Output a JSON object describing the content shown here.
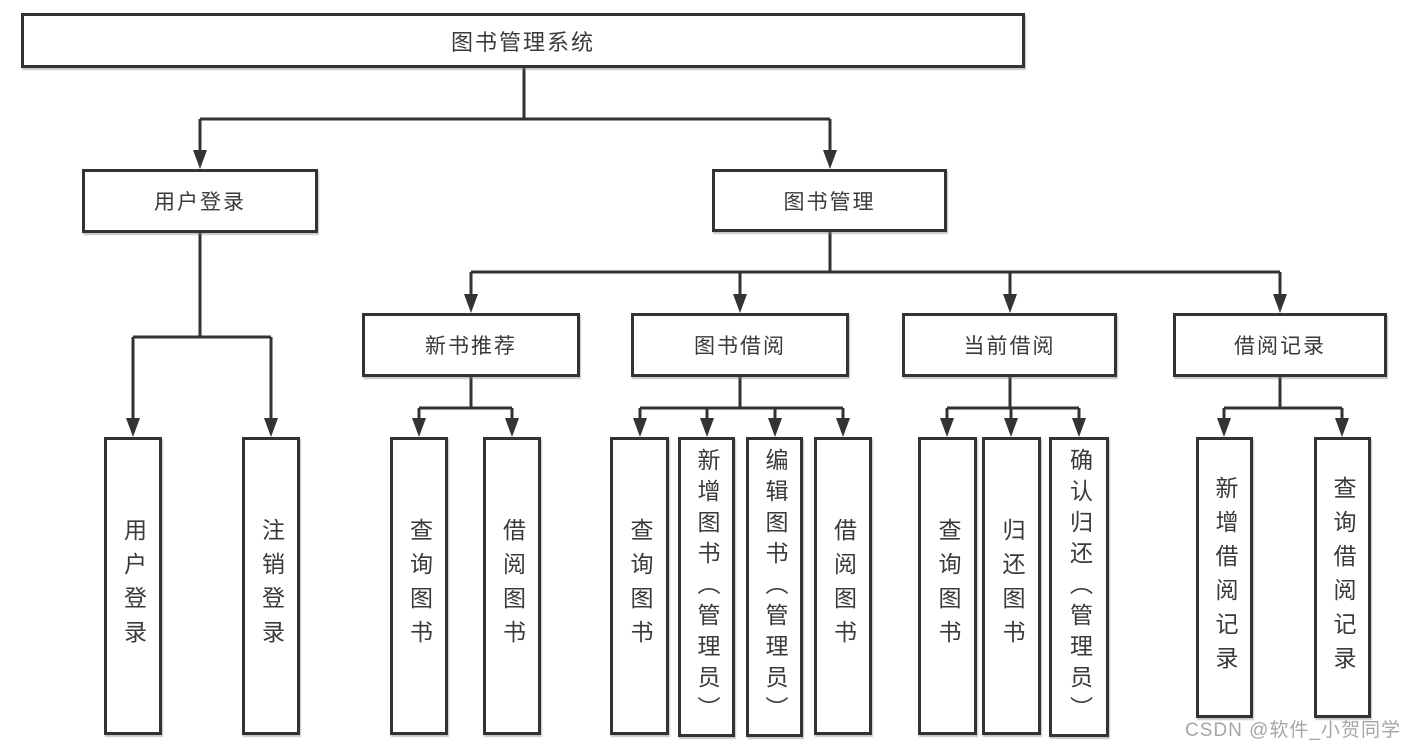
{
  "tree": {
    "label": "图书管理系统",
    "children": [
      {
        "label": "用户登录",
        "children": [
          {
            "label": "用户登录"
          },
          {
            "label": "注销登录"
          }
        ]
      },
      {
        "label": "图书管理",
        "children": [
          {
            "label": "新书推荐",
            "children": [
              {
                "label": "查询图书"
              },
              {
                "label": "借阅图书"
              }
            ]
          },
          {
            "label": "图书借阅",
            "children": [
              {
                "label": "查询图书"
              },
              {
                "label": "新增图书（管理员）"
              },
              {
                "label": "编辑图书（管理员）"
              },
              {
                "label": "借阅图书"
              }
            ]
          },
          {
            "label": "当前借阅",
            "children": [
              {
                "label": "查询图书"
              },
              {
                "label": "归还图书"
              },
              {
                "label": "确认归还（管理员）"
              }
            ]
          },
          {
            "label": "借阅记录",
            "children": [
              {
                "label": "新增借阅记录"
              },
              {
                "label": "查询借阅记录"
              }
            ]
          }
        ]
      }
    ]
  },
  "watermark": "CSDN @软件_小贺同学",
  "colors": {
    "line": "#333333",
    "text": "#3a3a3a",
    "watermark": "#a6a6a6",
    "background": "#ffffff"
  }
}
